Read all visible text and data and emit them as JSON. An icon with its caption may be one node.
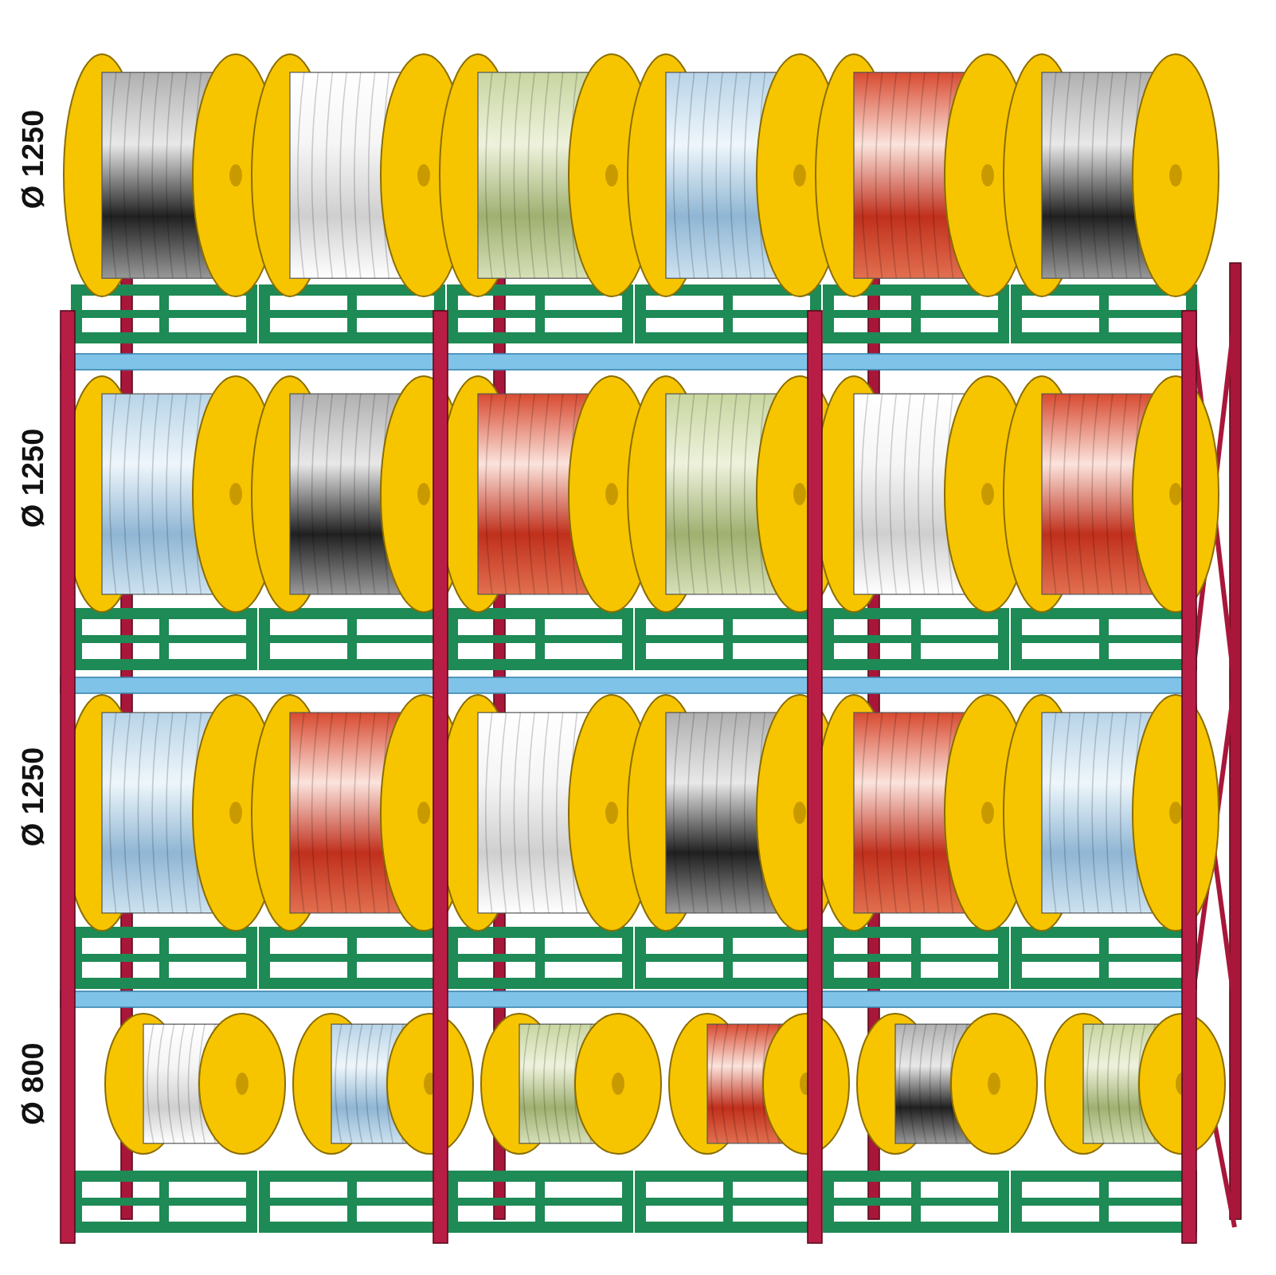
{
  "diagram": {
    "labels": [
      "Ø 1250",
      "Ø 1250",
      "Ø 1250",
      "Ø 800"
    ]
  }
}
